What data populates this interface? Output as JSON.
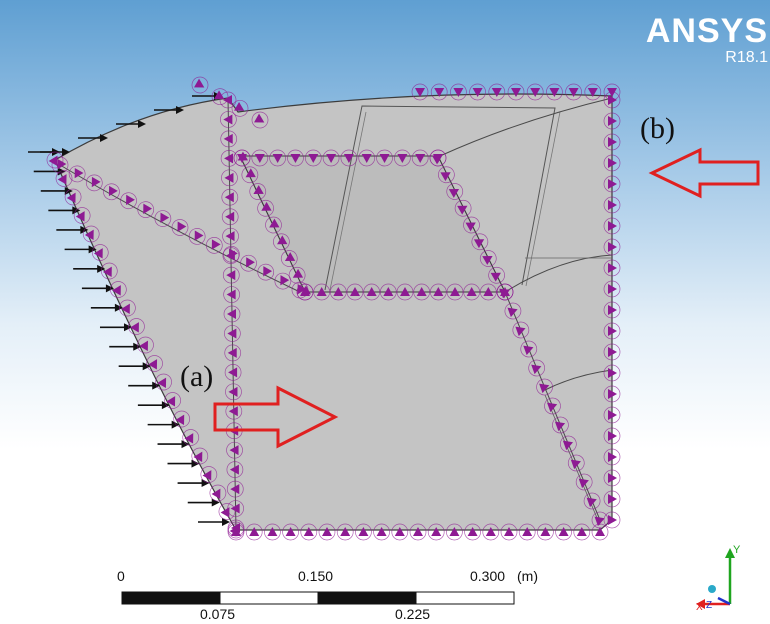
{
  "logo": {
    "name": "ANSYS",
    "version": "R18.1"
  },
  "labels": {
    "a": "(a)",
    "b": "(b)"
  },
  "scale": {
    "top_ticks": [
      "0",
      "0.150",
      "0.300"
    ],
    "unit": "(m)",
    "bottom_ticks": [
      "0.075",
      "0.225"
    ]
  },
  "triad": {
    "y_axis": "Y",
    "z_axis": "Z",
    "x_axis": "X"
  },
  "colors": {
    "background_top": "#5f9fd2",
    "body_fill": "#c4c4c4",
    "boundary_markers": "#8e1a93",
    "inlet_arrows": "#111111",
    "flow_arrows": "#e02020",
    "triad_y": "#1fa51f",
    "triad_x": "#e02020",
    "triad_z": "#2233cc"
  }
}
